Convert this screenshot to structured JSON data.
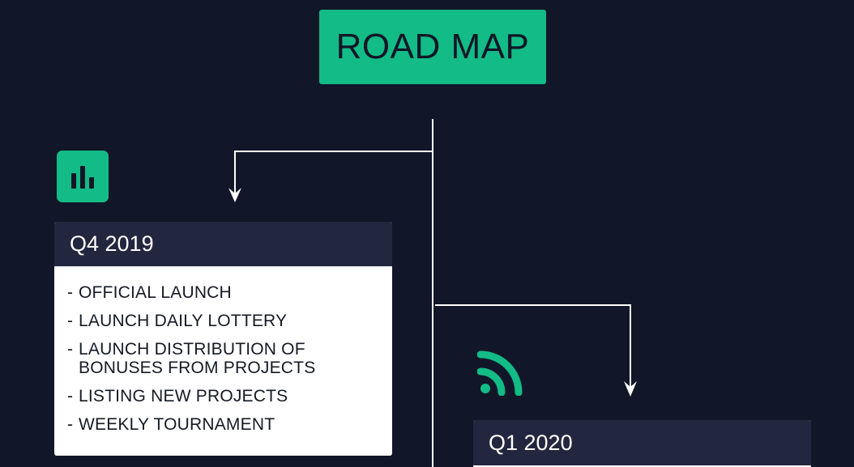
{
  "title": "ROAD MAP",
  "milestones": [
    {
      "period": "Q4 2019",
      "icon": "bar-chart-icon",
      "items": [
        "OFFICIAL LAUNCH",
        "LAUNCH DAILY LOTTERY",
        "LAUNCH DISTRIBUTION OF\nBONUSES FROM PROJECTS",
        "LISTING NEW PROJECTS",
        "WEEKLY TOURNAMENT"
      ]
    },
    {
      "period": "Q1 2020",
      "icon": "rss-feed-icon"
    }
  ],
  "list_prefix": "-",
  "colors": {
    "background": "#111728",
    "accent": "#13bb86",
    "card_header": "#23263f",
    "card_body": "#ffffff",
    "connector": "#ffffff"
  }
}
